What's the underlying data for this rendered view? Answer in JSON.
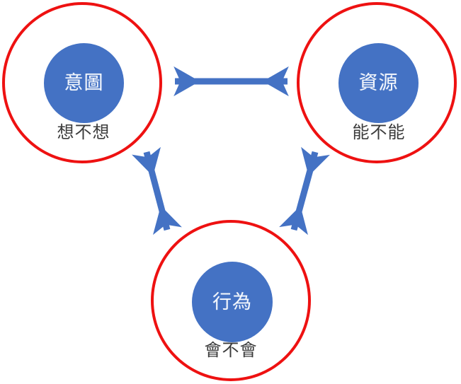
{
  "diagram": {
    "title": "",
    "colors": {
      "ring": "#ee1111",
      "disc": "#4472c4",
      "arrow": "#4472c4",
      "inner_text": "#f2f6fc",
      "caption_text": "#3b3b3b",
      "background": "#ffffff"
    },
    "nodes": [
      {
        "id": "intention",
        "inner_label": "意圖",
        "caption": "想不想"
      },
      {
        "id": "resource",
        "inner_label": "資源",
        "caption": "能不能"
      },
      {
        "id": "behavior",
        "inner_label": "行為",
        "caption": "會不會"
      }
    ],
    "connectors": [
      {
        "id": "intention-resource",
        "from": "intention",
        "to": "resource",
        "style": "double-headed-arrow",
        "orientation": "horizontal"
      },
      {
        "id": "intention-behavior",
        "from": "intention",
        "to": "behavior",
        "style": "double-headed-arrow",
        "orientation": "diagonal-left"
      },
      {
        "id": "resource-behavior",
        "from": "resource",
        "to": "behavior",
        "style": "double-headed-arrow",
        "orientation": "diagonal-right"
      }
    ]
  }
}
